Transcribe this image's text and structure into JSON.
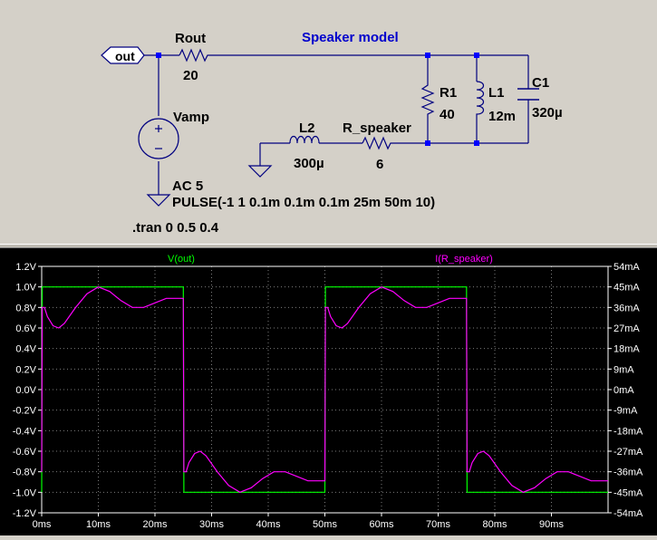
{
  "schematic": {
    "title": "Speaker model",
    "port_label": "out",
    "components": {
      "rout": {
        "name": "Rout",
        "value": "20"
      },
      "vamp": {
        "name": "Vamp"
      },
      "r1": {
        "name": "R1",
        "value": "40"
      },
      "l1": {
        "name": "L1",
        "value": "12m"
      },
      "c1": {
        "name": "C1",
        "value": "320µ"
      },
      "l2": {
        "name": "L2",
        "value": "300µ"
      },
      "r_speaker": {
        "name": "R_speaker",
        "value": "6"
      }
    },
    "source_ac": "AC 5",
    "source_pulse": "PULSE(-1 1 0.1m 0.1m 0.1m 25m 50m 10)",
    "directive": ".tran 0 0.5 0.4"
  },
  "colors": {
    "wire": "#000080",
    "node": "#0000ff",
    "title": "#0000cc",
    "plot_bg": "#000000",
    "axis_text": "#ffffff",
    "grid": "#7c7c7c",
    "voltage_trace": "#00ff00",
    "current_trace": "#ff00ff"
  },
  "chart_data": {
    "type": "line",
    "x_tick_labels": [
      "0ms",
      "10ms",
      "20ms",
      "30ms",
      "40ms",
      "50ms",
      "60ms",
      "70ms",
      "80ms",
      "90ms"
    ],
    "y_left_tick_labels": [
      "1.2V",
      "1.0V",
      "0.8V",
      "0.6V",
      "0.4V",
      "0.2V",
      "0.0V",
      "-0.2V",
      "-0.4V",
      "-0.6V",
      "-0.8V",
      "-1.0V",
      "-1.2V"
    ],
    "y_right_tick_labels": [
      "54mA",
      "45mA",
      "36mA",
      "27mA",
      "18mA",
      "9mA",
      "0mA",
      "-9mA",
      "-18mA",
      "-27mA",
      "-36mA",
      "-45mA",
      "-54mA"
    ],
    "xlim": [
      0,
      100
    ],
    "ylim_left": [
      -1.2,
      1.2
    ],
    "ylim_right": [
      -54,
      54
    ],
    "grid": true,
    "series": [
      {
        "name": "V(out)",
        "axis": "left",
        "color": "#00ff00",
        "x": [
          0,
          0.1,
          25,
          25.1,
          50,
          50.1,
          75,
          75.1,
          100
        ],
        "y": [
          -1.0,
          1.0,
          1.0,
          -1.0,
          -1.0,
          1.0,
          1.0,
          -1.0,
          -1.0
        ]
      },
      {
        "name": "I(R_speaker)",
        "axis": "right",
        "color": "#ff00ff",
        "x": [
          0,
          0.1,
          0.5,
          1,
          2,
          3,
          4,
          6,
          8,
          10,
          12,
          14,
          16,
          18,
          20,
          22,
          24,
          25,
          25.1,
          25.5,
          26,
          27,
          28,
          29,
          31,
          33,
          35,
          37,
          39,
          41,
          43,
          45,
          47,
          49,
          50,
          50.1,
          50.5,
          51,
          52,
          53,
          54,
          56,
          58,
          60,
          62,
          64,
          66,
          68,
          70,
          72,
          74,
          75,
          75.1,
          75.5,
          76,
          77,
          78,
          79,
          81,
          83,
          85,
          87,
          89,
          91,
          93,
          95,
          97,
          99,
          100
        ],
        "y": [
          -36,
          36,
          36,
          32,
          28,
          27,
          29,
          36,
          42,
          45,
          43,
          39,
          36,
          36,
          38,
          40,
          40,
          40,
          -36,
          -36,
          -32,
          -28,
          -27,
          -29,
          -36,
          -42,
          -45,
          -43,
          -39,
          -36,
          -36,
          -38,
          -40,
          -40,
          -40,
          36,
          36,
          32,
          28,
          27,
          29,
          36,
          42,
          45,
          43,
          39,
          36,
          36,
          38,
          40,
          40,
          40,
          -36,
          -36,
          -32,
          -28,
          -27,
          -29,
          -36,
          -42,
          -45,
          -43,
          -39,
          -36,
          -36,
          -38,
          -40,
          -40,
          -40
        ]
      }
    ]
  }
}
